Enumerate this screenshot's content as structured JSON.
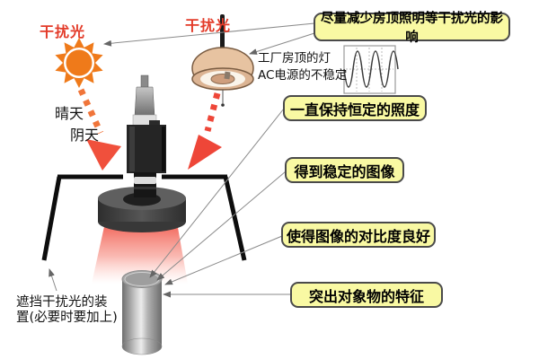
{
  "labels": {
    "sun_interference": "干扰光",
    "lamp_interference": "干扰光",
    "sunny": "晴天",
    "cloudy": "阴天",
    "factory_lamp_line1": "工厂房顶的灯",
    "factory_lamp_line2": "AC电源的不稳定",
    "shade_device_line1": "遮挡干扰光的装",
    "shade_device_line2": "置(必要时要加上)"
  },
  "callouts": [
    {
      "id": "reduce",
      "label": "尽量减少房顶照明等干扰光的影响"
    },
    {
      "id": "constant",
      "label": "一直保持恒定的照度"
    },
    {
      "id": "stable",
      "label": "得到稳定的图像"
    },
    {
      "id": "contrast",
      "label": "使得图像的对比度良好"
    },
    {
      "id": "feature",
      "label": "突出对象物的特征"
    }
  ],
  "icons": {
    "sun-icon": "orange sunburst",
    "ceiling-lamp-icon": "factory pendant lamp",
    "camera-icon": "machine vision camera",
    "ring-light-icon": "dark ring illuminator",
    "cylinder-object": "inspection target cylinder",
    "shade-frame": "black light-blocking hood",
    "waveform-chart": "unstable AC sine wave"
  },
  "colors": {
    "interference_text_red": "#e33a28",
    "arrow_red": "#f0503c",
    "sun_orange": "#ef7a1a",
    "callout_bg": "#f9f9a3",
    "callout_border": "#4a4a4a",
    "light_cone_red": "#f04a3c",
    "leader_gray": "#8a8a8a"
  },
  "waveform": {
    "type": "line",
    "shape": "sine",
    "cycles": 3
  }
}
